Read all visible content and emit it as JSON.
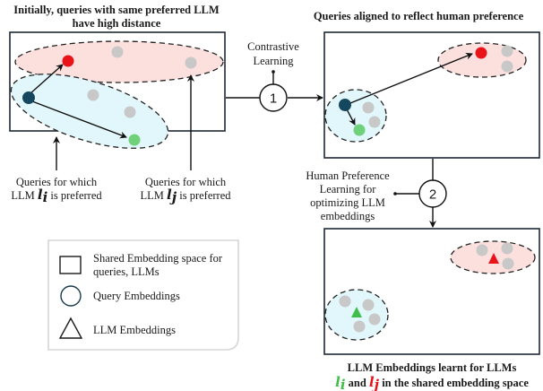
{
  "panels": {
    "initial": {
      "title_line1": "Initially, queries with same preferred LLM",
      "title_line2": "have high distance",
      "annotation_left_line1": "Queries for which",
      "annotation_left_prefix": "LLM ",
      "annotation_left_symbol": "l",
      "annotation_left_sub": "i",
      "annotation_left_suffix": " is preferred",
      "annotation_right_line1": "Queries for which",
      "annotation_right_prefix": "LLM ",
      "annotation_right_symbol": "l",
      "annotation_right_sub": "j",
      "annotation_right_suffix": " is preferred"
    },
    "aligned": {
      "title": "Queries aligned to reflect human preference"
    },
    "learnt": {
      "title_line1": "LLM Embeddings learnt for LLMs",
      "symbol_i": "l",
      "sub_i": "i",
      "connector": " and ",
      "symbol_j": "l",
      "sub_j": "j",
      "title_line2_suffix": " in the shared embedding space"
    }
  },
  "steps": [
    {
      "number": "1",
      "label_line1": "Contrastive",
      "label_line2": "Learning"
    },
    {
      "number": "2",
      "label_line1": "Human Preference",
      "label_line2": "Learning for",
      "label_line3": "optimizing LLM",
      "label_line4": "embeddings"
    }
  ],
  "legend": {
    "items": [
      {
        "icon": "square-icon",
        "label_line1": "Shared Embedding space for",
        "label_line2": "queries, LLMs"
      },
      {
        "icon": "circle-icon",
        "label_line1": "Query Embeddings"
      },
      {
        "icon": "triangle-icon",
        "label_line1": "LLM Embeddings"
      }
    ]
  },
  "colors": {
    "llm_i": "#3fbf4a",
    "llm_j": "#e8141a",
    "anchor_query": "#15475f",
    "query_gray": "#c8c8c8",
    "cluster_red_fill": "#fbe0de",
    "cluster_blue_fill": "#e2f7fb"
  }
}
